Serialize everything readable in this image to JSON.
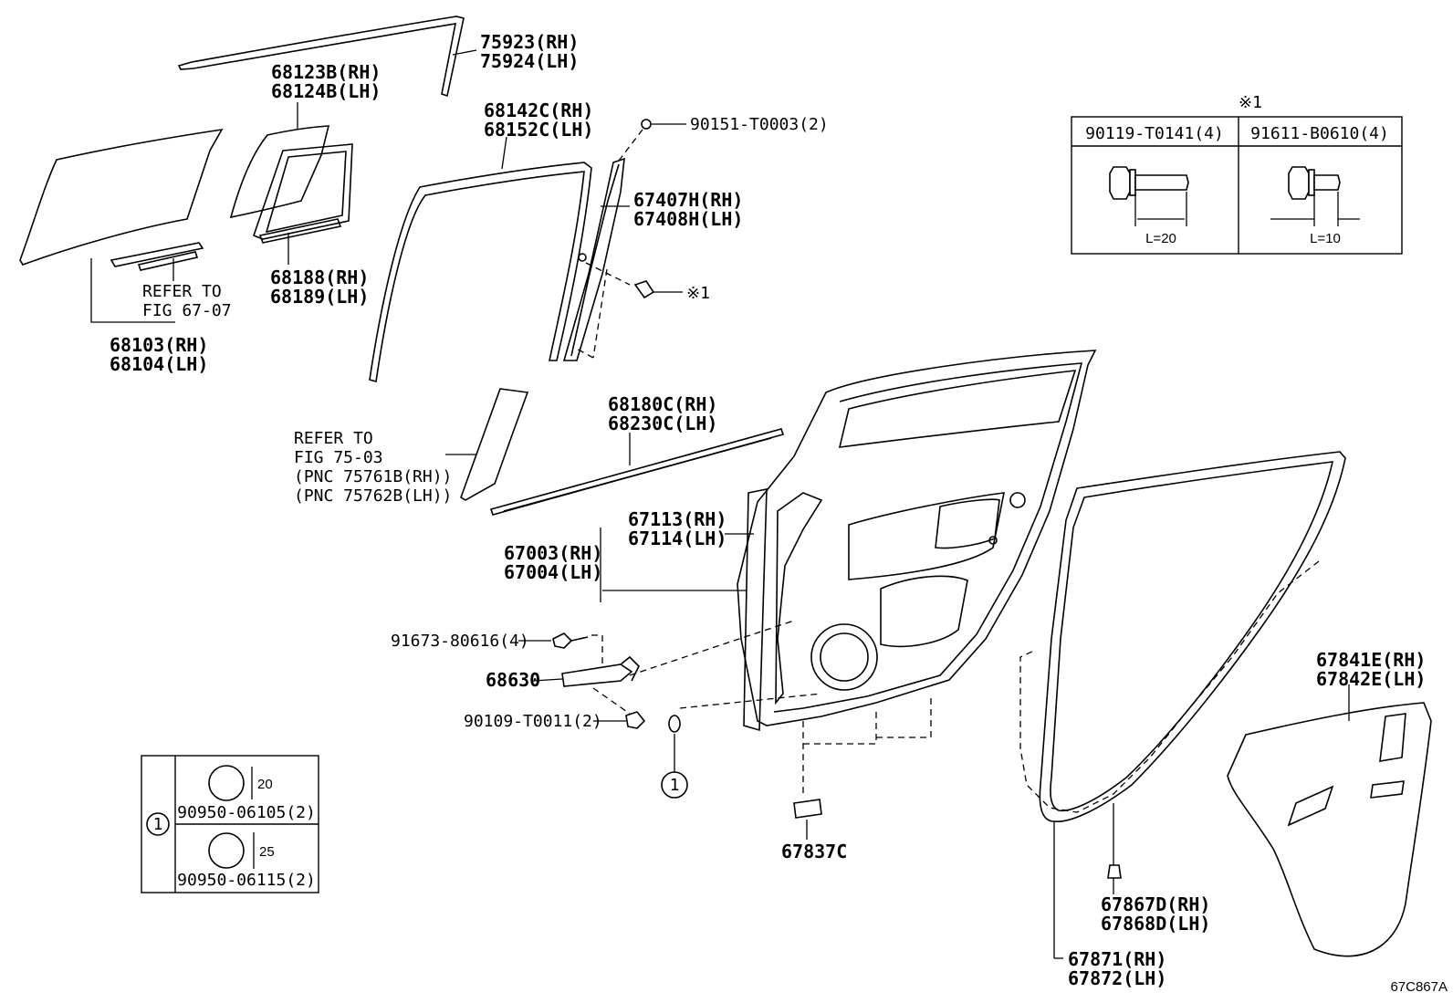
{
  "labels": {
    "p75923": "75923(RH)",
    "p75924": "75924(LH)",
    "p68123": "68123B(RH)",
    "p68124": "68124B(LH)",
    "p68142": "68142C(RH)",
    "p68152": "68152C(LH)",
    "p90151": "90151-T0003(2)",
    "p67407": "67407H(RH)",
    "p67408": "67408H(LH)",
    "ref1a": "REFER TO",
    "ref1b": "FIG 67-07",
    "p68188": "68188(RH)",
    "p68189": "68189(LH)",
    "p68103": "68103(RH)",
    "p68104": "68104(LH)",
    "star1": "※1",
    "ref2a": "REFER TO",
    "ref2b": "FIG 75-03",
    "ref2c": "(PNC 75761B(RH))",
    "ref2d": "(PNC 75762B(LH))",
    "p68180": "68180C(RH)",
    "p68230": "68230C(LH)",
    "p67113": "67113(RH)",
    "p67114": "67114(LH)",
    "p67003": "67003(RH)",
    "p67004": "67004(LH)",
    "p91673": "91673-80616(4)",
    "p68630": "68630",
    "p90109": "90109-T0011(2)",
    "circle1": "1",
    "p67837": "67837C",
    "p67841": "67841E(RH)",
    "p67842": "67842E(LH)",
    "p67867": "67867D(RH)",
    "p67868": "67868D(LH)",
    "p67871": "67871(RH)",
    "p67872": "67872(LH)",
    "figure_code": "67C867A"
  },
  "bolt_table": {
    "title": "※1",
    "col1_part": "90119-T0141(4)",
    "col2_part": "91611-B0610(4)",
    "col1_length": "L=20",
    "col2_length": "L=10"
  },
  "plug_table": {
    "index": "1",
    "row1_dim": "20",
    "row1_part": "90950-06105(2)",
    "row2_dim": "25",
    "row2_part": "90950-06115(2)"
  }
}
